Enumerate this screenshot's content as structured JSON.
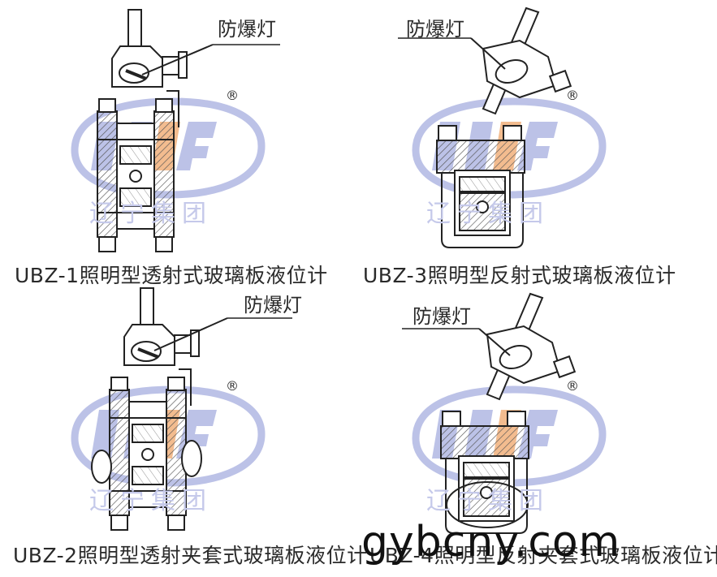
{
  "lamp_label": "防爆灯",
  "panels": [
    {
      "caption": "UBZ-1照明型透射式玻璃板液位计",
      "logo_text": "辽宁集团"
    },
    {
      "caption": "UBZ-3照明型反射式玻璃板液位计",
      "logo_text": "辽宁集团"
    },
    {
      "caption": "UBZ-2照明型透射夹套式玻璃板液位计",
      "logo_text": "辽宁集团"
    },
    {
      "caption": "UBZ-4照明型反射夹套式玻璃板液位计",
      "logo_text": "辽宁集团"
    }
  ],
  "logo_mark": "®",
  "watermark": "gybcny.com",
  "colors": {
    "logo_blue": "#b9bfe6",
    "logo_orange": "#f3b98a",
    "line": "#222222",
    "hatch": "#555555"
  }
}
